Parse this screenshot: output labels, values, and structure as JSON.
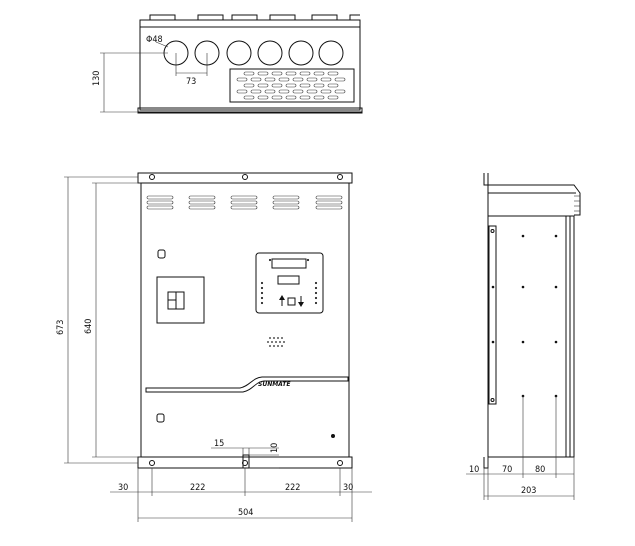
{
  "logo": "SUNMATE",
  "top_view": {
    "hole_diameter": "Φ48",
    "hole_pitch": "73",
    "height": "130"
  },
  "front_view": {
    "total_height": "673",
    "inner_height": "640",
    "slot_width": "15",
    "slot_height": "10",
    "edge_left": "30",
    "pitch_left": "222",
    "pitch_right": "222",
    "edge_right": "30",
    "total_width": "504"
  },
  "side_view": {
    "flange": "10",
    "offset_a": "70",
    "offset_b": "80",
    "depth": "203"
  }
}
